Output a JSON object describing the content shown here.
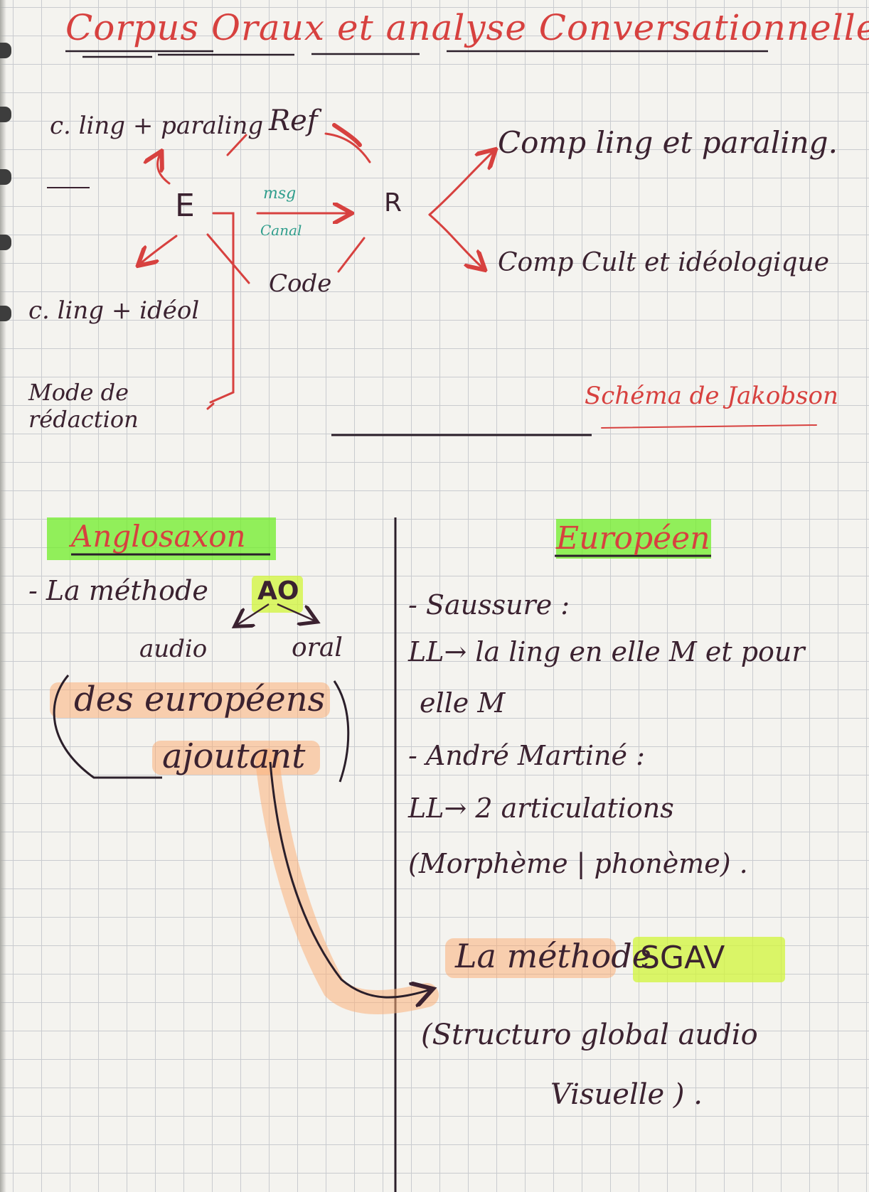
{
  "title": "Corpus Oraux et analyse Conversationnelle :",
  "schema": {
    "emitter": "E",
    "receiver": "R",
    "top_left": "c. ling + paraling",
    "ref": "Ref",
    "msg": "msg",
    "canal": "Canal",
    "code": "Code",
    "bottom_left": "c. ling + idéol",
    "mode_line1": "Mode de",
    "mode_line2": "rédaction",
    "right_top": "Comp ling et paraling.",
    "right_bottom": "Comp Cult et idéologique",
    "signature": "Schéma de Jakobson"
  },
  "left_column": {
    "heading": "Anglosaxon",
    "method_prefix": "- La méthode",
    "method_abbr": "AO",
    "audio": "audio",
    "oral": "oral",
    "paren_line1": "des européens",
    "paren_line2": "ajoutant"
  },
  "right_column": {
    "heading": "Européen",
    "saussure": "- Saussure :",
    "saussure_line1": "LL→ la ling en elle M et pour",
    "saussure_line2": "elle M",
    "martinet": "- André Martiné :",
    "martinet_line1": "LL→ 2 articulations",
    "martinet_line2": "(Morphème | phonème) .",
    "method_prefix": "La méthode",
    "method_abbr": "SGAV",
    "paren_line1": "(Structuro global audio",
    "paren_line2": "Visuelle ) ."
  },
  "colors": {
    "red_ink": "#d7413f",
    "dark_ink": "#3b2230",
    "teal_ink": "#2e9d8c",
    "green_highlight": "#70ee28",
    "yellow_highlight": "#d2f63a",
    "orange_highlight": "#fcaa6e"
  }
}
